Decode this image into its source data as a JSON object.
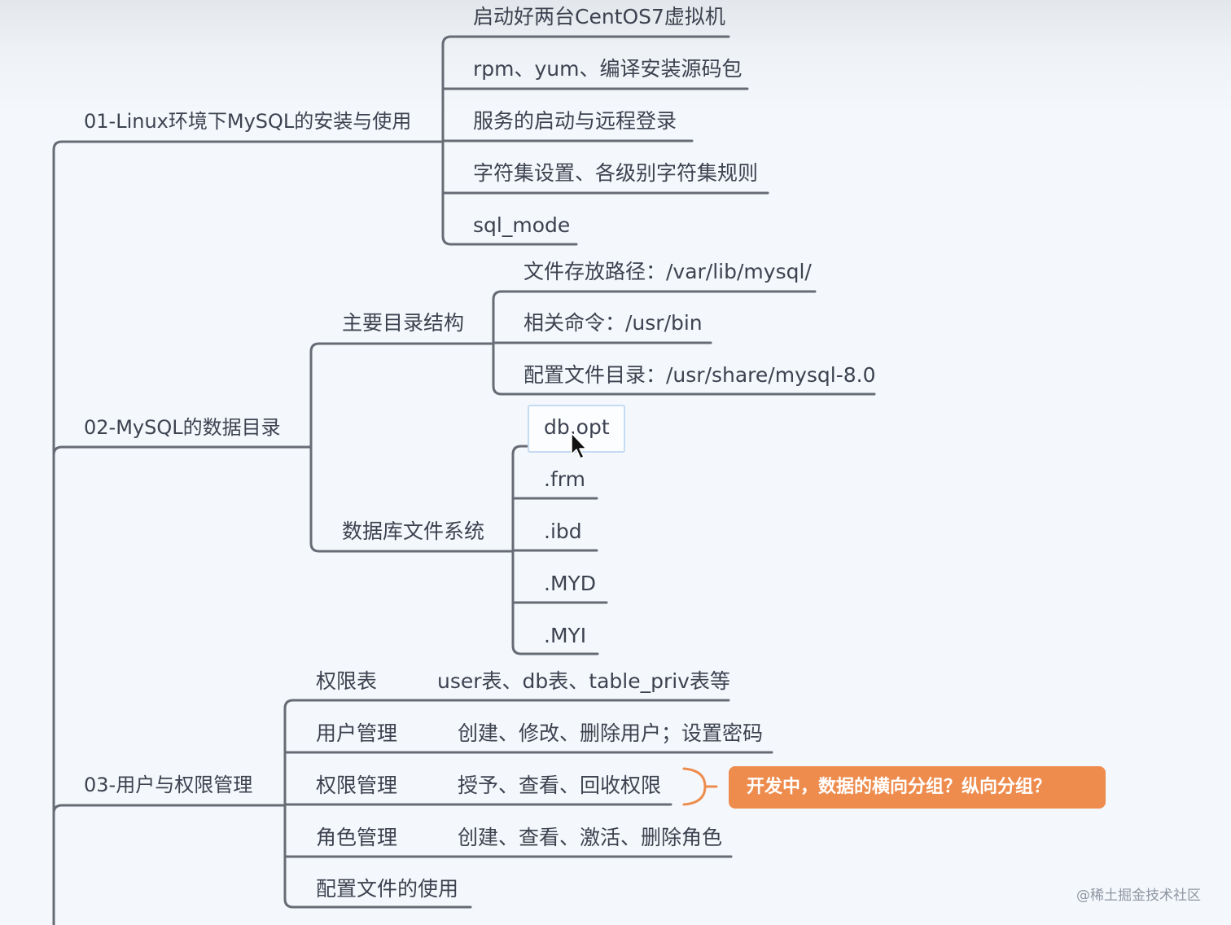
{
  "mindmap": {
    "branches": [
      {
        "label": "01-Linux环境下MySQL的安装与使用",
        "children": [
          "启动好两台CentOS7虚拟机",
          "rpm、yum、编译安装源码包",
          "服务的启动与远程登录",
          "字符集设置、各级别字符集规则",
          "sql_mode"
        ]
      },
      {
        "label": "02-MySQL的数据目录",
        "children": [
          {
            "label": "主要目录结构",
            "children": [
              "文件存放路径：/var/lib/mysql/",
              "相关命令：/usr/bin",
              "配置文件目录：/usr/share/mysql-8.0"
            ]
          },
          {
            "label": "数据库文件系统",
            "children": [
              "db.opt",
              ".frm",
              ".ibd",
              ".MYD",
              ".MYI"
            ]
          }
        ]
      },
      {
        "label": "03-用户与权限管理",
        "children": [
          {
            "label": "权限表",
            "detail": "user表、db表、table_priv表等"
          },
          {
            "label": "用户管理",
            "detail": "创建、修改、删除用户；设置密码"
          },
          {
            "label": "权限管理",
            "detail": "授予、查看、回收权限"
          },
          {
            "label": "角色管理",
            "detail": "创建、查看、激活、删除角色"
          },
          {
            "label": "配置文件的使用"
          }
        ]
      }
    ],
    "callout": "开发中，数据的横向分组？纵向分组？"
  },
  "watermark": "@稀土掘金技术社区",
  "colors": {
    "line": "#666b75",
    "callout": "#ee8c4e",
    "selection": "#c6dbf2"
  }
}
